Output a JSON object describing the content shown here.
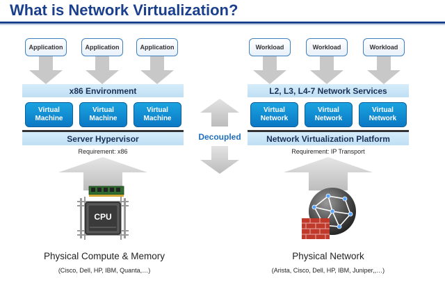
{
  "title": "What is Network Virtualization?",
  "left": {
    "apps": [
      "Application",
      "Application",
      "Application"
    ],
    "environment": "x86 Environment",
    "machines": [
      {
        "line1": "Virtual",
        "line2": "Machine"
      },
      {
        "line1": "Virtual",
        "line2": "Machine"
      },
      {
        "line1": "Virtual",
        "line2": "Machine"
      }
    ],
    "platform": "Server Hypervisor",
    "requirement": "Requirement: x86",
    "chip_label": "CPU",
    "caption": "Physical Compute & Memory",
    "vendors": "(Cisco, Dell, HP, IBM, Quanta,…)"
  },
  "center": {
    "label": "Decoupled"
  },
  "right": {
    "apps": [
      "Workload",
      "Workload",
      "Workload"
    ],
    "environment": "L2, L3, L4-7 Network Services",
    "machines": [
      {
        "line1": "Virtual",
        "line2": "Network"
      },
      {
        "line1": "Virtual",
        "line2": "Network"
      },
      {
        "line1": "Virtual",
        "line2": "Network"
      }
    ],
    "platform": "Network Virtualization Platform",
    "requirement": "Requirement: IP Transport",
    "caption": "Physical Network",
    "vendors": "(Arista, Cisco, Dell, HP, IBM, Juniper,,…)"
  },
  "colors": {
    "title": "#1a3f8c",
    "band": "#c9e5f7",
    "vm": "#0b8ad6",
    "arrow": "#c8c8c8",
    "decoupled": "#1f6fbf"
  }
}
